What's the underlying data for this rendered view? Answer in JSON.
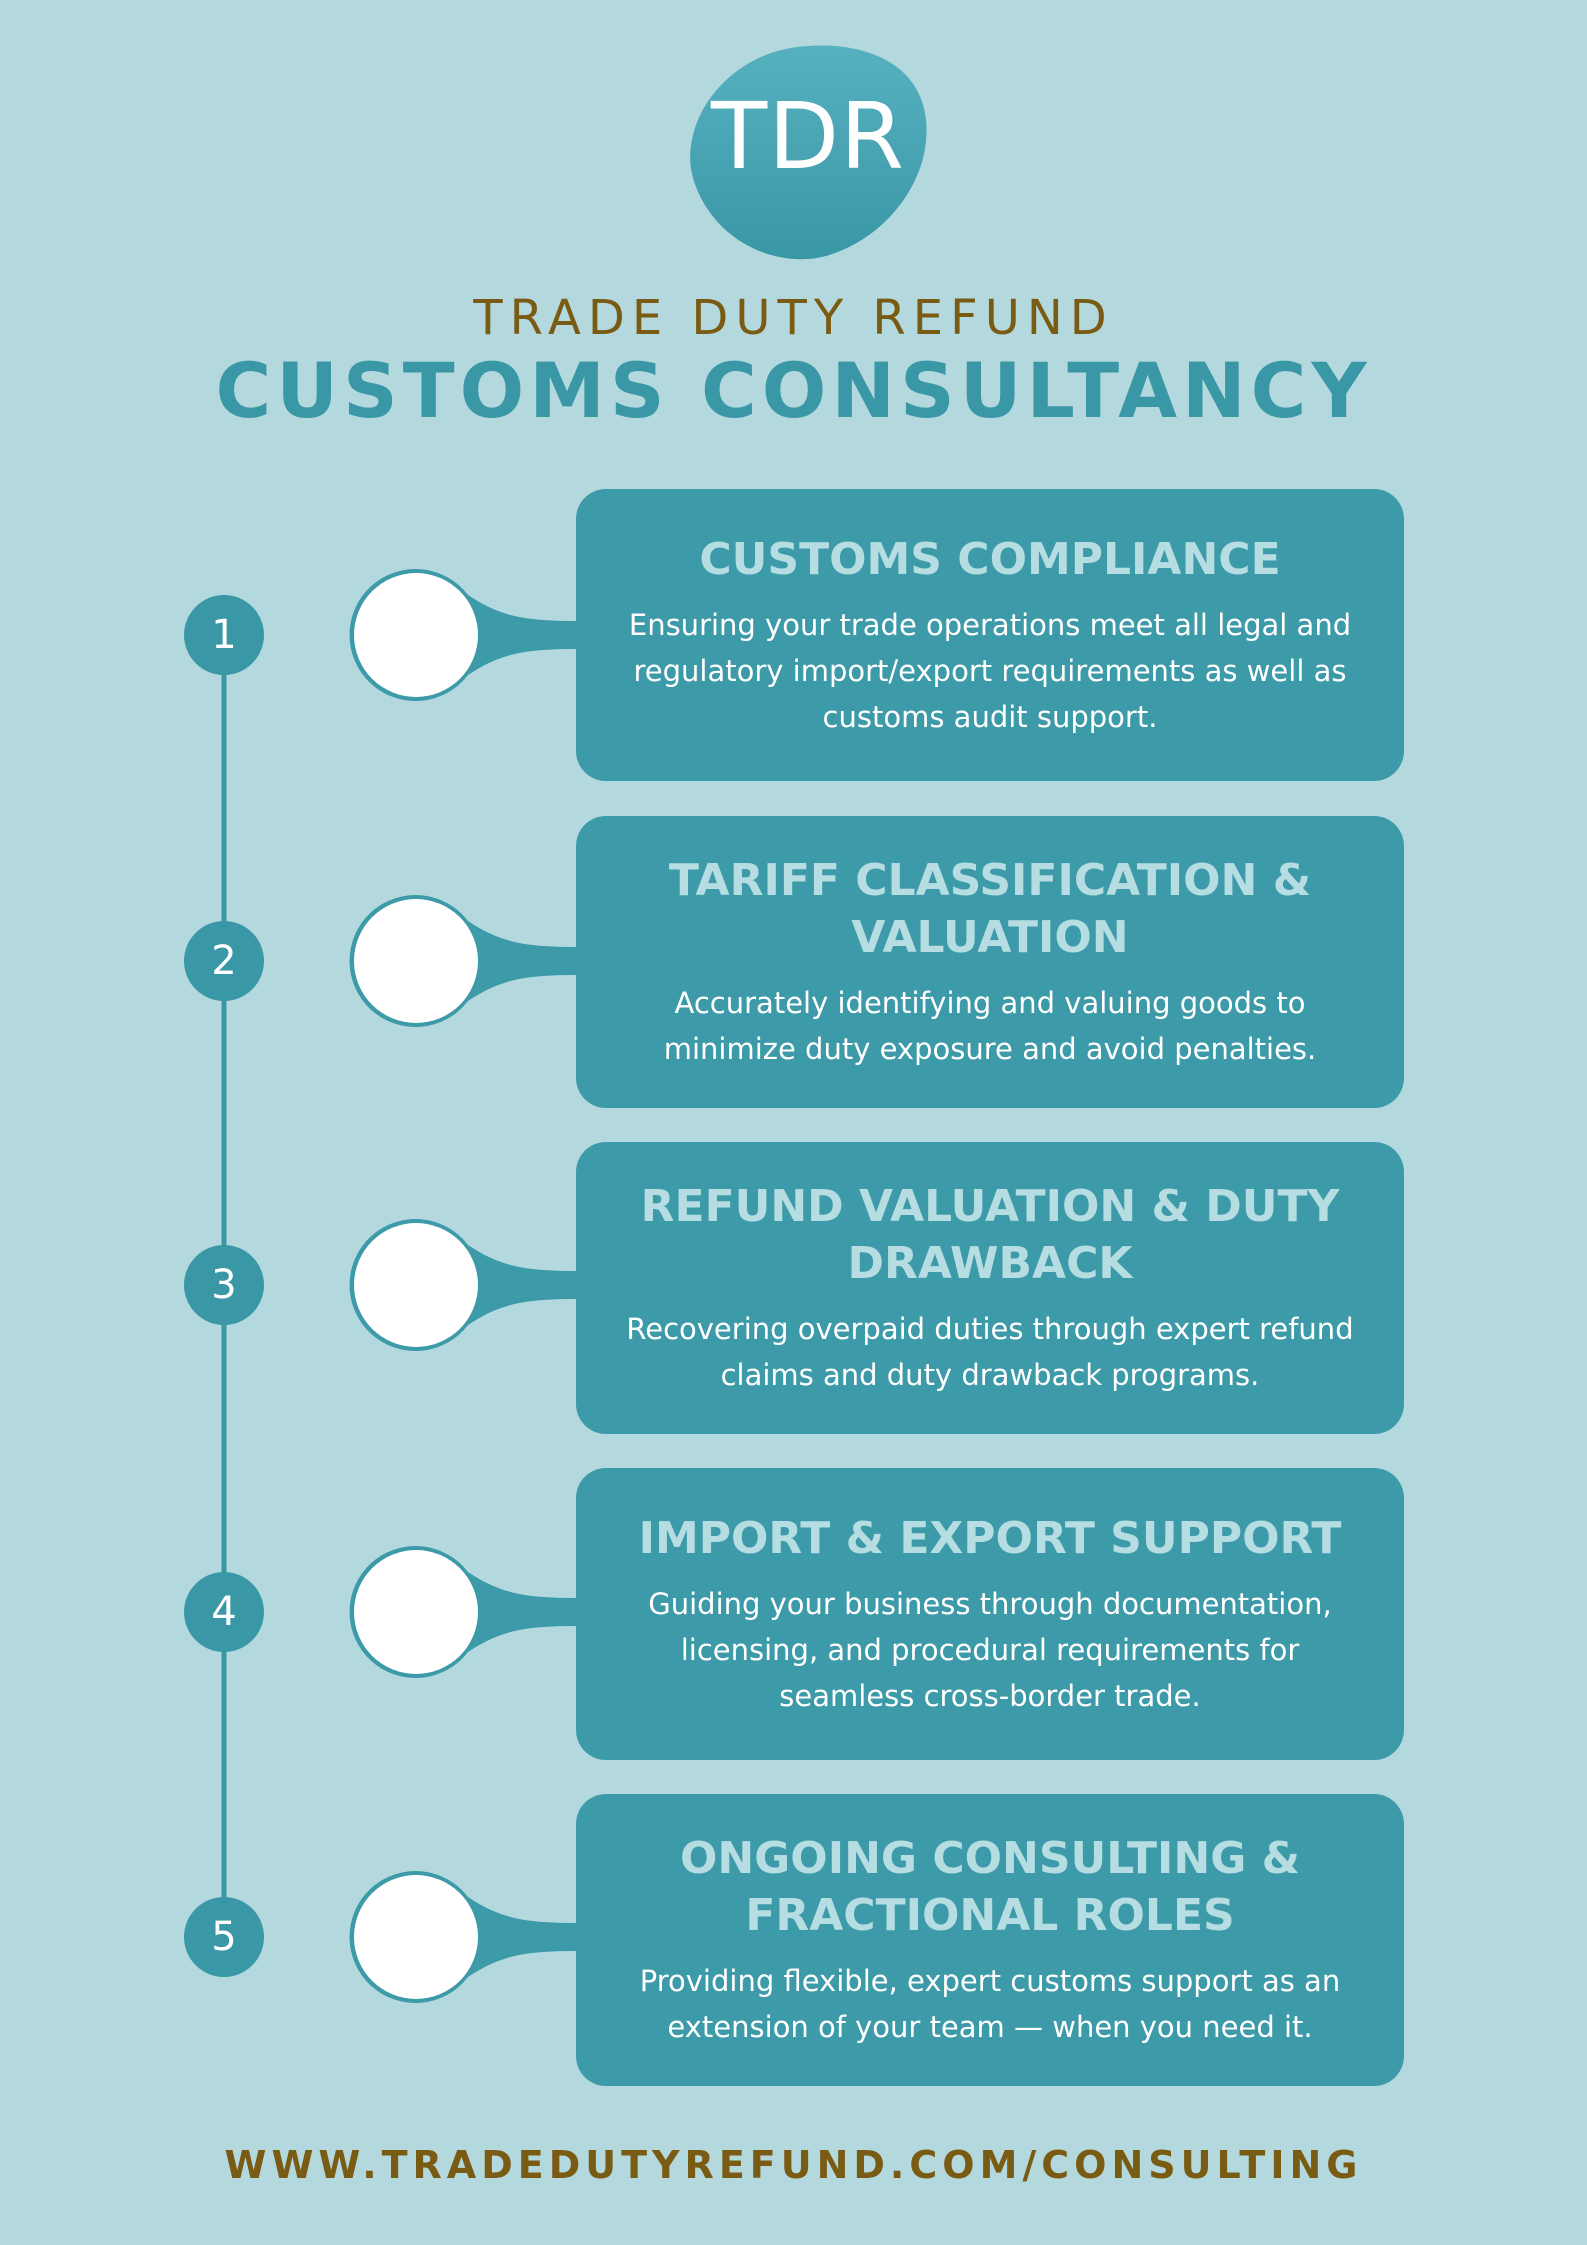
{
  "logo": {
    "text": "TDR"
  },
  "header": {
    "subtitle": "TRADE DUTY REFUND",
    "title": "CUSTOMS CONSULTANCY"
  },
  "steps": [
    {
      "number": "1",
      "title": "CUSTOMS COMPLIANCE",
      "description": "Ensuring your trade operations meet all legal and regulatory import/export requirements as well as customs audit support."
    },
    {
      "number": "2",
      "title": "TARIFF CLASSIFICATION & VALUATION",
      "description": "Accurately identifying and valuing goods to minimize duty exposure and avoid penalties."
    },
    {
      "number": "3",
      "title": "REFUND VALUATION & DUTY DRAWBACK",
      "description": "Recovering overpaid duties through expert refund claims and duty drawback programs."
    },
    {
      "number": "4",
      "title": "IMPORT & EXPORT SUPPORT",
      "description": "Guiding your business through documentation, licensing, and procedural requirements for seamless cross-border trade."
    },
    {
      "number": "5",
      "title": "ONGOING CONSULTING & FRACTIONAL ROLES",
      "description": "Providing flexible, expert customs support as an extension of your team — when you need it."
    }
  ],
  "footer": {
    "url": "WWW.TRADEDUTYREFUND.COM/CONSULTING"
  },
  "colors": {
    "background": "#b3d9de",
    "accent": "#3a97a6",
    "card": "#3d9aa8",
    "gold": "#7a5b14"
  }
}
